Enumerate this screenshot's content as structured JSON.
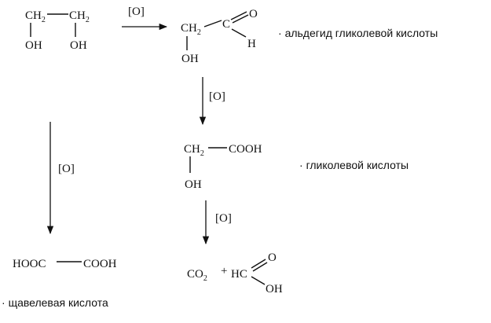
{
  "colors": {
    "ink": "#111111",
    "background": "#ffffff"
  },
  "reagent": "[O]",
  "glycol": {
    "group1": "CH",
    "group1_sub": "2",
    "group2": "CH",
    "group2_sub": "2",
    "oh1": "OH",
    "oh2": "OH"
  },
  "aldehyde": {
    "group": "CH",
    "group_sub": "2",
    "carbon": "C",
    "oxygen": "O",
    "hydrogen": "H",
    "oh": "OH",
    "label": "альдегид гликолевой кислоты"
  },
  "glycolic_acid": {
    "group": "CH",
    "group_sub": "2",
    "cooh": "COOH",
    "oh": "OH",
    "label": "гликолевой кислоты"
  },
  "oxalic_acid": {
    "left": "HOOC",
    "right": "COOH",
    "label": "щавелевая кислота"
  },
  "products": {
    "co2": "CO",
    "co2_sub": "2",
    "plus": "+",
    "formic_hc": "HC",
    "formic_o": "O",
    "formic_oh": "OH"
  }
}
